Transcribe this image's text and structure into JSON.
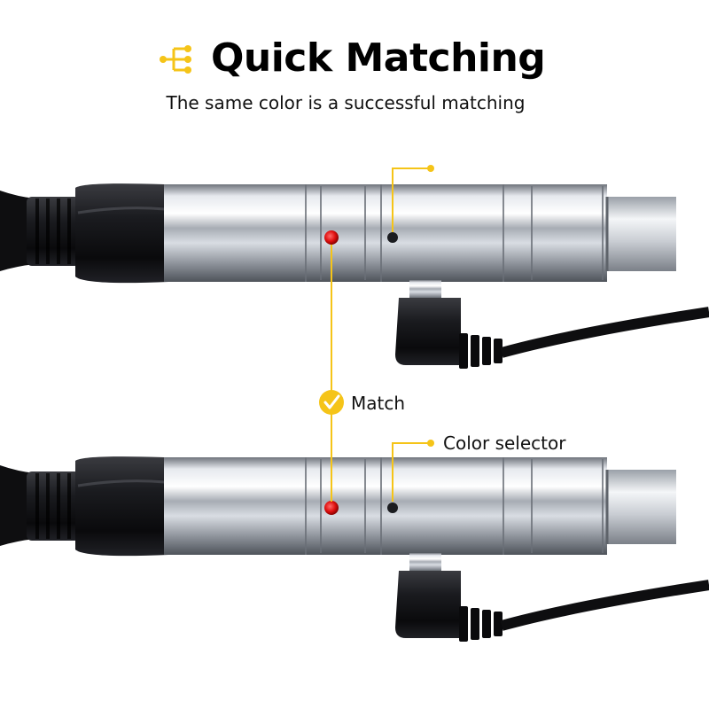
{
  "header": {
    "title": "Quick Matching",
    "subtitle": "The same color is a successful matching"
  },
  "callouts": {
    "match": "Match",
    "color_selector": "Color selector"
  },
  "colors": {
    "accent": "#f5c418",
    "indicator_red": "#e01010",
    "cable_black": "#111111",
    "chrome": "#b8bcc4"
  },
  "icons": {
    "logo": "branch-icon",
    "match": "check-circle-icon"
  }
}
